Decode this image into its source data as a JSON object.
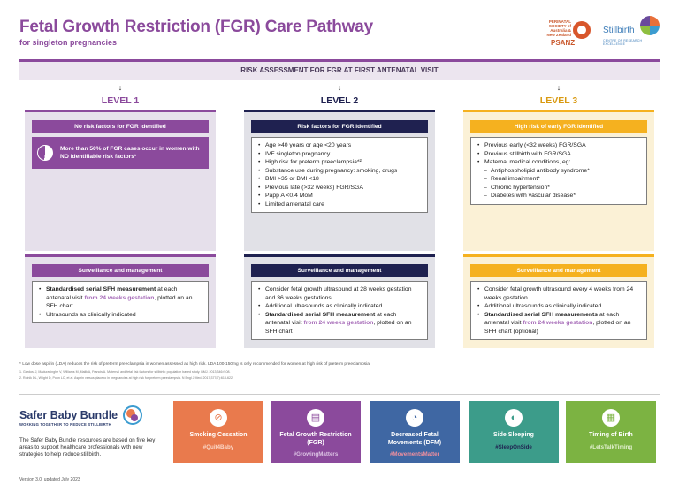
{
  "header": {
    "title": "Fetal Growth Restriction (FGR) Care Pathway",
    "subtitle": "for singleton pregnancies"
  },
  "logos": {
    "psanz_small": "PERINATAL SOCIETY of Australia & New Zealand",
    "psanz_name": "PSANZ",
    "stillbirth_name": "Stillbirth",
    "stillbirth_sub": "CENTRE OF RESEARCH EXCELLENCE"
  },
  "risk_bar": "RISK ASSESSMENT FOR FGR AT FIRST ANTENATAL VISIT",
  "arrow_glyph": "↓",
  "levels": [
    {
      "label": "LEVEL 1",
      "color": "#8B4A9C",
      "risk_head": "No risk factors for FGR identified",
      "stat": "More than 50% of FGR cases occur in women with NO identifiable risk factors¹",
      "surv_head": "Surveillance and management",
      "surv_items": [
        {
          "b": "Standardised serial SFH measurement",
          "t1": " at each antenatal visit ",
          "hl": "from 24 weeks gestation",
          "t2": ", plotted on an SFH chart"
        },
        {
          "t1": "Ultrasounds as clinically indicated"
        }
      ]
    },
    {
      "label": "LEVEL 2",
      "color": "#1f2150",
      "risk_head": "Risk factors for FGR identified",
      "risk_items": [
        "Age >40 years or age <20 years",
        "IVF singleton pregnancy",
        "High risk for preterm preeclampsia*²",
        "Substance use during pregnancy: smoking, drugs",
        "BMI >35 or BMI <18",
        "Previous late (>32 weeks) FGR/SGA",
        "Papp A <0.4 MoM",
        "Limited antenatal care"
      ],
      "surv_head": "Surveillance and management",
      "surv_items": [
        {
          "t1": "Consider fetal growth ultrasound at 28 weeks gestation and 36 weeks gestations"
        },
        {
          "t1": "Additional ultrasounds as clinically indicated"
        },
        {
          "b": "Standardised serial SFH measurement",
          "t1": " at each antenatal visit ",
          "hl": "from 24 weeks gestation",
          "t2": ", plotted on an SFH chart"
        }
      ]
    },
    {
      "label": "LEVEL 3",
      "color": "#f5b11f",
      "risk_head": "High risk of early FGR identified",
      "risk_items": [
        "Previous early (<32 weeks) FGR/SGA",
        "Previous stillbirth with FGR/SGA",
        "Maternal medical conditions, eg:"
      ],
      "risk_sub_items": [
        "Antiphospholipid antibody syndrome*",
        "Renal impairment*",
        "Chronic hypertension*",
        "Diabetes with vascular disease*"
      ],
      "surv_head": "Surveillance and management",
      "surv_items": [
        {
          "t1": "Consider fetal growth ultrasound every 4 weeks from 24 weeks gestation"
        },
        {
          "t1": "Additional ultrasounds as clinically indicated"
        },
        {
          "b": "Standardised serial SFH measurements",
          "t1": " at each antenatal visit ",
          "hl": "from 24 weeks gestation",
          "t2": ", plotted on an SFH chart (optional)"
        }
      ]
    }
  ],
  "footnotes": {
    "aspirin": "* Low dose aspirin (LDA) reduces the risk of preterm preeclampsia in women assessed as high risk. LDA 100-150mg is only recommended for women at high risk of preterm preeclampsia.",
    "ref1": "1. Gardosi J, Madurasinghe V, Williams M, Malik A, Francis A. Maternal and fetal risk factors for stillbirth: population based study. BMJ. 2013;346:f108.",
    "ref2": "2. Rolnik DL, Wright D, Poon LC, et al. Aspirin versus placebo in pregnancies at high risk for preterm preeclampsia. N Engl J Med. 2017;377(7):613-622."
  },
  "bundle": {
    "title": "Safer Baby Bundle",
    "tagline": "WORKING TOGETHER TO REDUCE STILLBIRTH",
    "description": "The Safer Baby Bundle resources are based on five key areas to support healthcare professionals with new strategies to help reduce stillbirth.",
    "version": "Version 3.0, updated July 2023"
  },
  "tiles": [
    {
      "name": "Smoking Cessation",
      "tag": "#Quit4Baby",
      "icon": "⊘",
      "color": "#e97a4d"
    },
    {
      "name": "Fetal Growth Restriction (FGR)",
      "tag": "#GrowingMatters",
      "icon": "▤",
      "color": "#8B4A9C"
    },
    {
      "name": "Decreased Fetal Movements (DFM)",
      "tag": "#MovementsMatter",
      "icon": "◔",
      "color": "#3f67a3"
    },
    {
      "name": "Side Sleeping",
      "tag": "#SleepOnSide",
      "icon": "◐",
      "color": "#3c9c8a"
    },
    {
      "name": "Timing of Birth",
      "tag": "#LetsTalkTiming",
      "icon": "▦",
      "color": "#7cb342"
    }
  ]
}
